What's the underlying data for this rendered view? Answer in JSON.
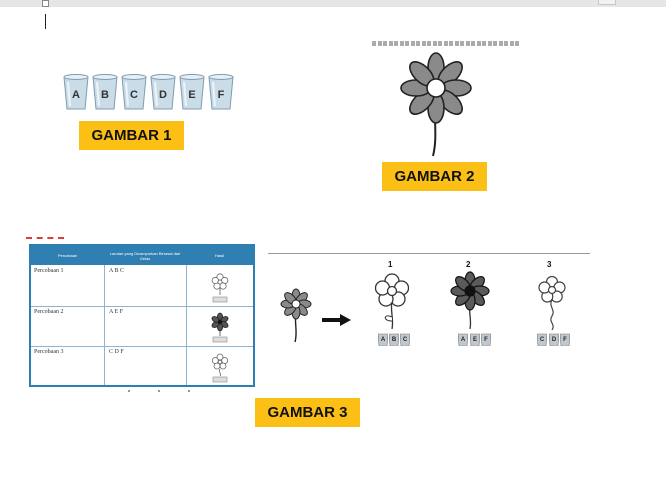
{
  "labels": {
    "gambar1": "GAMBAR 1",
    "gambar2": "GAMBAR 2",
    "gambar3": "GAMBAR 3"
  },
  "cups": [
    "A",
    "B",
    "C",
    "D",
    "E",
    "F"
  ],
  "table": {
    "headers": [
      "Percobaan",
      "Larutan yang Dicampurkan Berasal dari Gelas",
      "Hasil"
    ],
    "rows": [
      {
        "trial": "Percobaan 1",
        "cups": "A B C"
      },
      {
        "trial": "Percobaan 2",
        "cups": "A E F"
      },
      {
        "trial": "Percobaan 3",
        "cups": "C D F"
      }
    ]
  },
  "results": [
    {
      "number": "1",
      "cups": [
        "A",
        "B",
        "C"
      ]
    },
    {
      "number": "2",
      "cups": [
        "A",
        "E",
        "F"
      ]
    },
    {
      "number": "3",
      "cups": [
        "C",
        "D",
        "F"
      ]
    }
  ],
  "colors": {
    "label_bg": "#fbbf16",
    "table_header": "#2f7fb3",
    "petal_grey": "#888888"
  }
}
